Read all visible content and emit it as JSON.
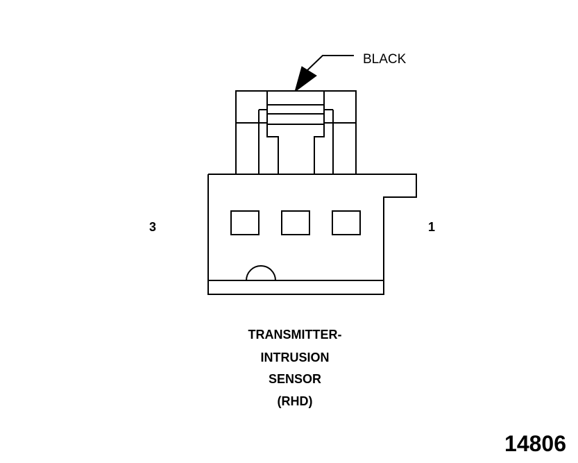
{
  "callout": {
    "label": "BLACK"
  },
  "pins": {
    "left": "3",
    "right": "1"
  },
  "caption": {
    "lines": [
      "TRANSMITTER-",
      "INTRUSION",
      "SENSOR",
      "(RHD)"
    ]
  },
  "figure_number": "14806"
}
